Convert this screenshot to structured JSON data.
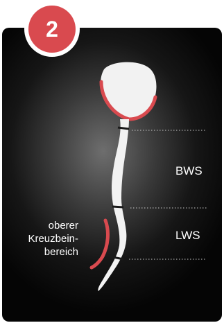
{
  "badge": {
    "number": "2"
  },
  "labels": {
    "bws": "BWS",
    "lws": "LWS",
    "sacrum_line1": "oberer",
    "sacrum_line2": "Kreuzbein-",
    "sacrum_line3": "bereich"
  },
  "colors": {
    "highlight": "#d94a4f",
    "spine": "#f2f2f2",
    "background_dark": "#0a0a0a"
  }
}
